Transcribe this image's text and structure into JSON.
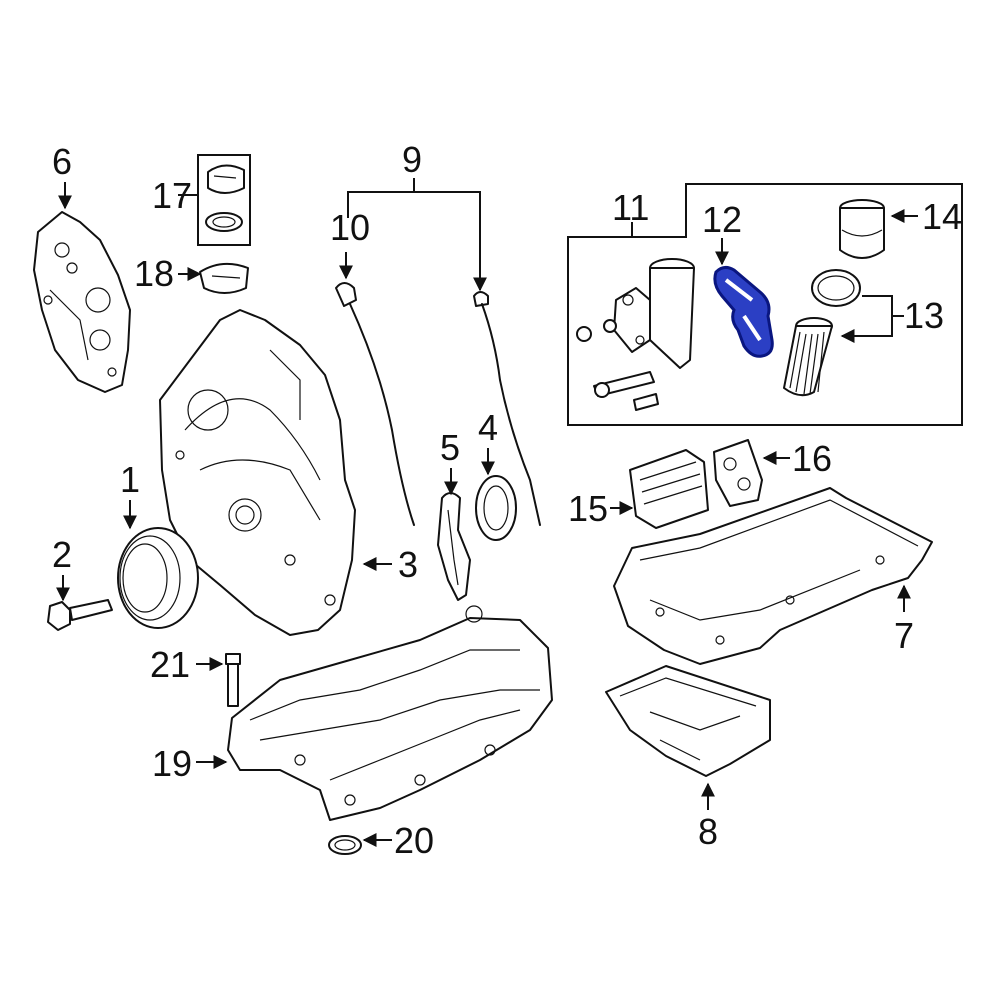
{
  "callouts": {
    "c1": "1",
    "c2": "2",
    "c3": "3",
    "c4": "4",
    "c5": "5",
    "c6": "6",
    "c7": "7",
    "c8": "8",
    "c9": "9",
    "c10": "10",
    "c11": "11",
    "c12": "12",
    "c13": "13",
    "c14": "14",
    "c15": "15",
    "c16": "16",
    "c17": "17",
    "c18": "18",
    "c19": "19",
    "c20": "20",
    "c21": "21"
  },
  "colors": {
    "line": "#111111",
    "highlight": "#2b3fc4",
    "highlight_outline": "#0a1680"
  }
}
